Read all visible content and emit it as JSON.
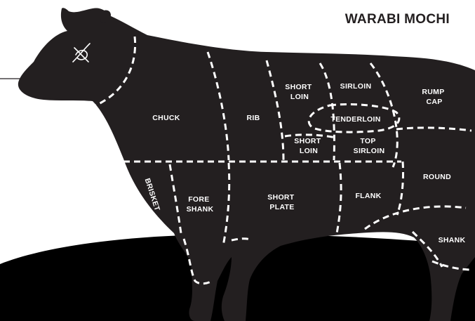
{
  "brand": {
    "name": "WARABI MOCHI"
  },
  "colors": {
    "animal": "#231f20",
    "ground": "#000000",
    "cut_lines": "#ffffff",
    "background": "#ffffff"
  },
  "logo": {
    "icon": "handwritten-x-mark-icon"
  },
  "cuts": {
    "chuck": "CHUCK",
    "rib": "RIB",
    "short_loin_upper": [
      "SHORT",
      "LOIN"
    ],
    "sirloin": "SIRLOIN",
    "rump_cap": [
      "RUMP",
      "CAP"
    ],
    "tenderloin": "TENDERLOIN",
    "short_loin_lower": [
      "SHORT",
      "LOIN"
    ],
    "top_sirloin": [
      "TOP",
      "SIRLOIN"
    ],
    "round": "ROUND",
    "brisket": "BRISKET",
    "fore_shank": [
      "FORE",
      "SHANK"
    ],
    "short_plate": [
      "SHORT",
      "PLATE"
    ],
    "flank": "FLANK",
    "shank": "SHANK"
  }
}
